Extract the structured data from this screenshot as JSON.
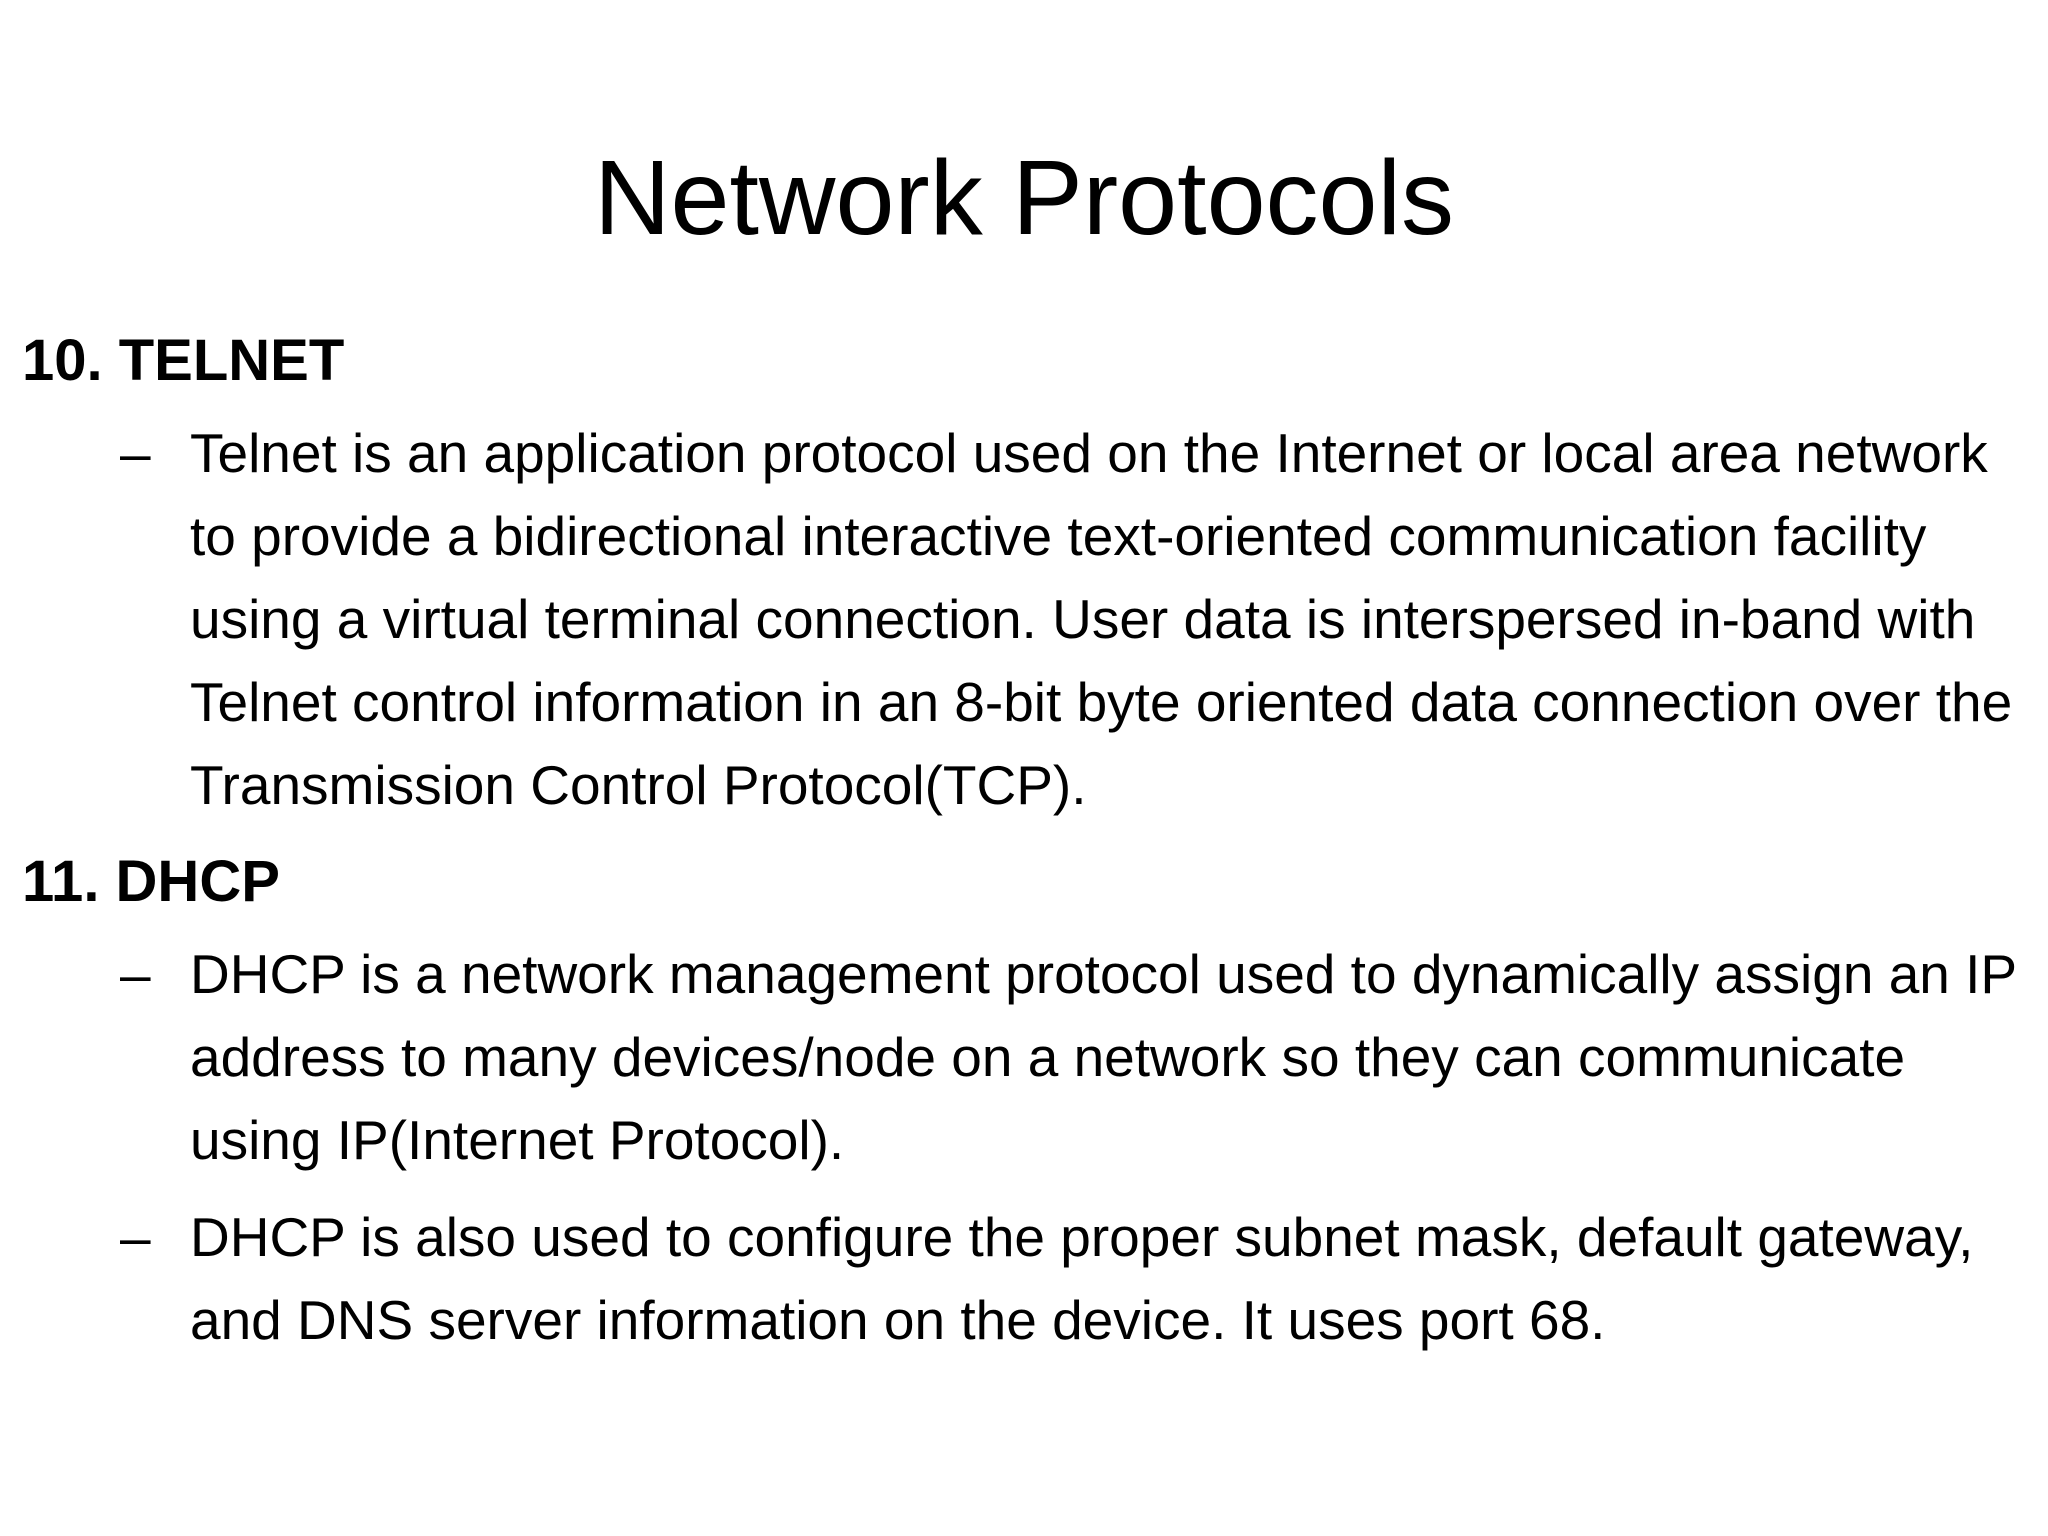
{
  "slide": {
    "title": "Network Protocols",
    "sections": [
      {
        "heading": "10. TELNET",
        "bullets": [
          "Telnet is an application protocol used on the Internet or local area network to provide a bidirectional interactive text-oriented communication facility using a virtual terminal connection. User data is interspersed in-band with Telnet control information in an 8-bit byte oriented data connection over the Transmission Control Protocol(TCP)."
        ]
      },
      {
        "heading": "11. DHCP",
        "bullets": [
          "DHCP is a network management protocol used to dynamically assign an IP address to many devices/node on a network so they can communicate using IP(Internet Protocol).",
          "DHCP is also used to configure the proper subnet mask, default gateway, and DNS server information on the device. It uses port 68."
        ]
      }
    ],
    "bullet_marker": "–"
  }
}
